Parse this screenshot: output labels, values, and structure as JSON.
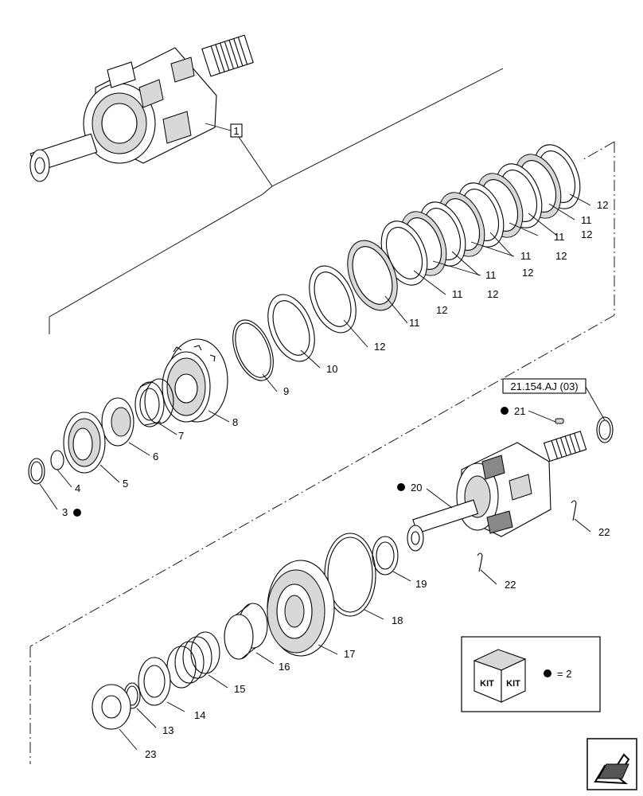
{
  "diagram": {
    "callouts": {
      "c1": "1",
      "c3": "3",
      "c4": "4",
      "c5": "5",
      "c6": "6",
      "c7": "7",
      "c8": "8",
      "c9": "9",
      "c10": "10",
      "c11a": "11",
      "c11b": "11",
      "c11c": "11",
      "c11d": "11",
      "c11e": "11",
      "c11f": "11",
      "c12a": "12",
      "c12b": "12",
      "c12c": "12",
      "c12d": "12",
      "c12e": "12",
      "c12f": "12",
      "c12g": "12",
      "c13": "13",
      "c14": "14",
      "c15": "15",
      "c16": "16",
      "c17": "17",
      "c18": "18",
      "c19": "19",
      "c20": "20",
      "c21": "21",
      "c22a": "22",
      "c22b": "22",
      "c23": "23"
    },
    "reference": "21.154.AJ (03)",
    "kit": {
      "label_left": "KIT",
      "label_right": "KIT",
      "equals": "= 2"
    }
  },
  "colors": {
    "ink": "#000000",
    "background": "#ffffff",
    "shade": "#d8d8d8"
  },
  "icons": {
    "bullet": "filled-circle",
    "kit": "kit-box-icon",
    "nav": "navigate-arrow-icon"
  }
}
